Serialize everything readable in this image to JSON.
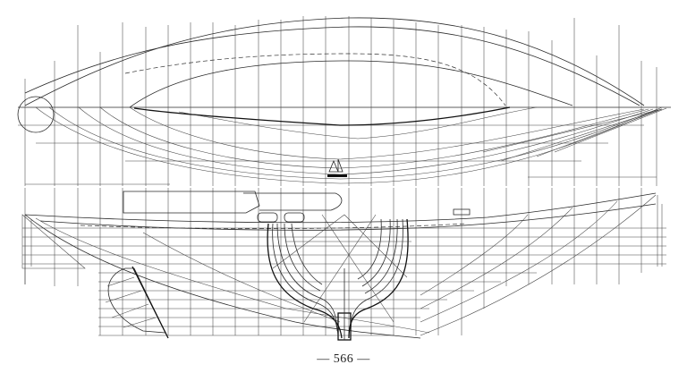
{
  "page": {
    "number_label": "— 566 —"
  },
  "drawing": {
    "title": "",
    "views": [
      "half-breadth plan",
      "profile / sheer plan",
      "body plan"
    ],
    "line_color": "#2a2a2a",
    "background": "#ffffff"
  }
}
